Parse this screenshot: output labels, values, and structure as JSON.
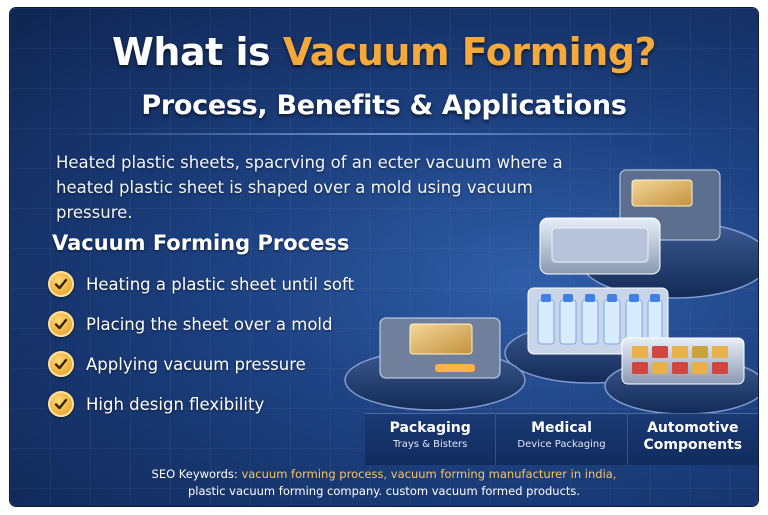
{
  "title": {
    "prefix": "What is ",
    "accent": "Vacuum Forming?",
    "subtitle": "Process, Benefits & Applications"
  },
  "intro_text": "Heated plastic sheets, spacrving of an ecter vacuum where a heated plastic sheet is shaped over a mold using vacuum pressure.",
  "process": {
    "heading": "Vacuum Forming Process",
    "steps": [
      "Heating a plastic sheet until soft",
      "Placing the sheet over a mold",
      "Applying vacuum pressure",
      "High design flexibility"
    ]
  },
  "applications": [
    {
      "title": "Packaging",
      "subtitle": "Trays & Bisters"
    },
    {
      "title": "Medical",
      "subtitle": "Device Packaging"
    },
    {
      "title": "Automotive",
      "title2": "Components"
    }
  ],
  "seo": {
    "label": "SEO Keywords:",
    "line1": "vacuum forming process, vacuum forming manufacturer in india,",
    "line2": "plastic vacuum forming company. custom vacuum formed products."
  },
  "colors": {
    "accent": "#f6a93b",
    "background": "#1c3f7e",
    "check": "#e39a1a"
  },
  "icons": [
    "check-icon"
  ]
}
